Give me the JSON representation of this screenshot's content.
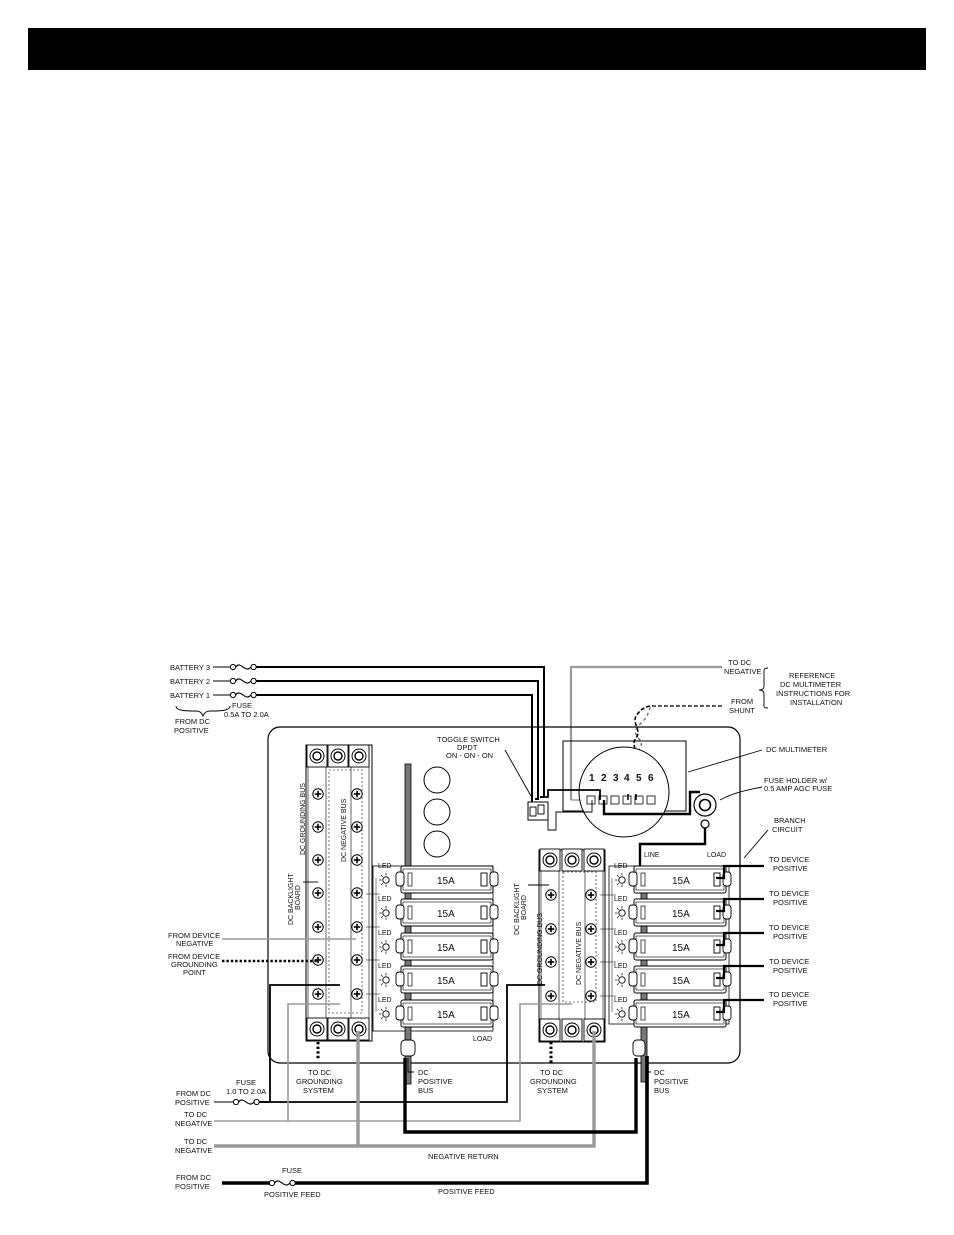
{
  "labels": {
    "battery3": "BATTERY 3",
    "battery2": "BATTERY 2",
    "battery1": "BATTERY 1",
    "fuse_top": "FUSE",
    "fuse_top_rating": "0.5A TO 2.0A",
    "from_dc_positive": "FROM DC",
    "from_dc_positive_2": "POSITIVE",
    "to_dc_negative_top": "TO DC",
    "to_dc_negative_top_2": "NEGATIVE",
    "reference_1": "REFERENCE",
    "reference_2": "DC MULTIMETER",
    "reference_3": "INSTRUCTIONS FOR",
    "reference_4": "INSTALLATION",
    "from_shunt_1": "FROM",
    "from_shunt_2": "SHUNT",
    "toggle_1": "TOGGLE SWITCH",
    "toggle_2": "DPDT",
    "toggle_3": "ON - ON - ON",
    "dc_multimeter": "DC MULTIMETER",
    "fuse_holder_1": "FUSE HOLDER w/",
    "fuse_holder_2": "0.5 AMP AGC FUSE",
    "branch_1": "BRANCH",
    "branch_2": "CIRCUIT",
    "line": "LINE",
    "load": "LOAD",
    "led": "LED",
    "breaker": "15A",
    "dc_grounding_bus": "DC GROUNDING BUS",
    "dc_negative_bus": "DC NEGATIVE BUS",
    "dc_backlight_1": "DC BACKLIGHT",
    "dc_backlight_2": "BOARD",
    "from_device_negative_1": "FROM DEVICE",
    "from_device_negative_2": "NEGATIVE",
    "from_device_grounding_1": "FROM DEVICE",
    "from_device_grounding_2": "GROUNDING",
    "from_device_grounding_3": "POINT",
    "to_device_positive_1": "TO DEVICE",
    "to_device_positive_2": "POSITIVE",
    "to_dc_grounding_1": "TO DC",
    "to_dc_grounding_2": "GROUNDING",
    "to_dc_grounding_3": "SYSTEM",
    "dc_positive_bus_1": "DC",
    "dc_positive_bus_2": "POSITIVE",
    "dc_positive_bus_3": "BUS",
    "fuse_mid": "FUSE",
    "fuse_mid_rating": "1.0 TO 2.0A",
    "to_dc": "TO DC",
    "negative": "NEGATIVE",
    "negative_return": "NEGATIVE  RETURN",
    "fuse_bottom": "FUSE",
    "positive_feed_left": "POSITIVE FEED",
    "positive_feed": "POSITIVE  FEED",
    "meter_terminals": [
      "1",
      "2",
      "3",
      "4",
      "5",
      "6"
    ]
  },
  "colors": {
    "header": "#000000",
    "wire_black": "#000000",
    "wire_gray": "#9a9a9a"
  }
}
